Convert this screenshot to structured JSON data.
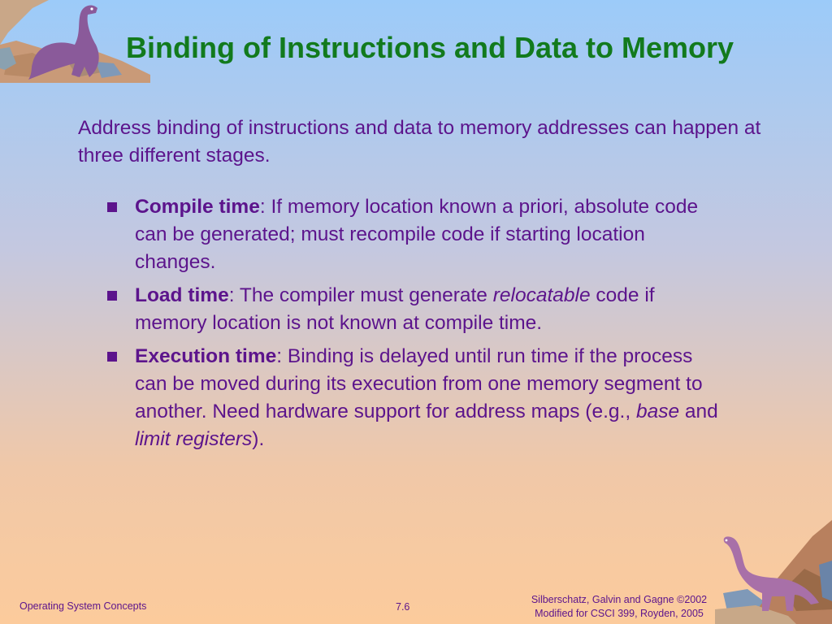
{
  "slide": {
    "title": "Binding of Instructions and Data to Memory",
    "intro": "Address binding of instructions and data to memory addresses can happen at three different stages.",
    "bullets": [
      {
        "term": "Compile time",
        "text_1": ":  If memory location known a priori, absolute code can be generated; must recompile code if starting location changes."
      },
      {
        "term": "Load time",
        "text_1": ":  The compiler must generate ",
        "em_1": "relocatable",
        "text_2": " code if memory location is not known at compile time."
      },
      {
        "term": "Execution time",
        "text_1": ":  Binding is delayed until run time if the process can be moved during its execution from one memory segment to another.  Need hardware support for address maps (e.g., ",
        "em_1": "base",
        "text_2": " and ",
        "em_2": "limit registers",
        "text_3": ")."
      }
    ]
  },
  "footer": {
    "left": "Operating System Concepts",
    "page": "7.6",
    "right_line1": "Silberschatz, Galvin and  Gagne ©2002",
    "right_line2": "Modified for CSCI 399, Royden, 2005"
  },
  "colors": {
    "title": "#127a1d",
    "body_text": "#5c148c",
    "background_top": "#9ccbf9",
    "background_bottom": "#fccb9c"
  },
  "icons": [
    "dinosaur-top-left-icon",
    "dinosaur-bottom-right-icon"
  ]
}
